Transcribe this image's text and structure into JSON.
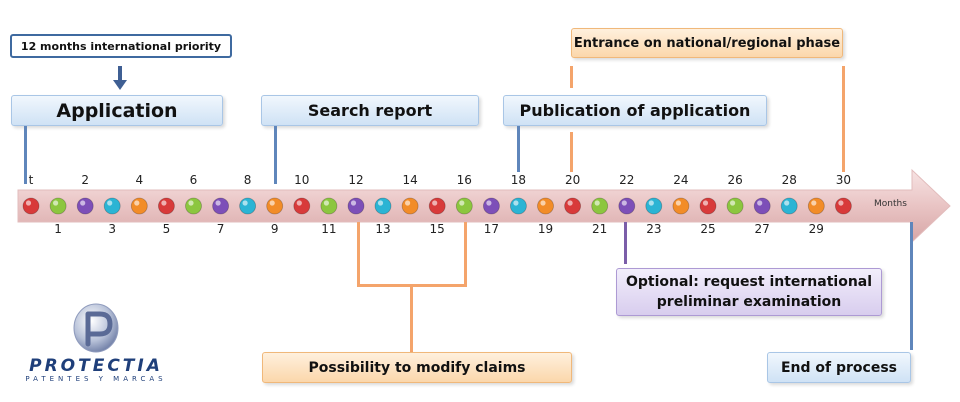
{
  "labels": {
    "priority": "12 months international priority",
    "application": "Application",
    "search_report": "Search report",
    "publication": "Publication of application",
    "entrance": "Entrance on national/regional phase",
    "optional_line1": "Optional: request international",
    "optional_line2": "preliminar examination",
    "modify_claims": "Possibility to modify claims",
    "end_of_process": "End of process",
    "months": "Months"
  },
  "timeline": {
    "ticks": [
      "t",
      "1",
      "2",
      "3",
      "4",
      "5",
      "6",
      "7",
      "8",
      "9",
      "10",
      "11",
      "12",
      "13",
      "14",
      "15",
      "16",
      "17",
      "18",
      "19",
      "20",
      "21",
      "22",
      "23",
      "24",
      "25",
      "26",
      "27",
      "28",
      "29",
      "30"
    ],
    "dot_colors": [
      "#d83a3a",
      "#8cc63f",
      "#7d4fb8",
      "#2bb4d4",
      "#f28c28"
    ]
  },
  "logo": {
    "name": "PROTECTIA",
    "tagline": "PATENTES Y MARCAS"
  }
}
